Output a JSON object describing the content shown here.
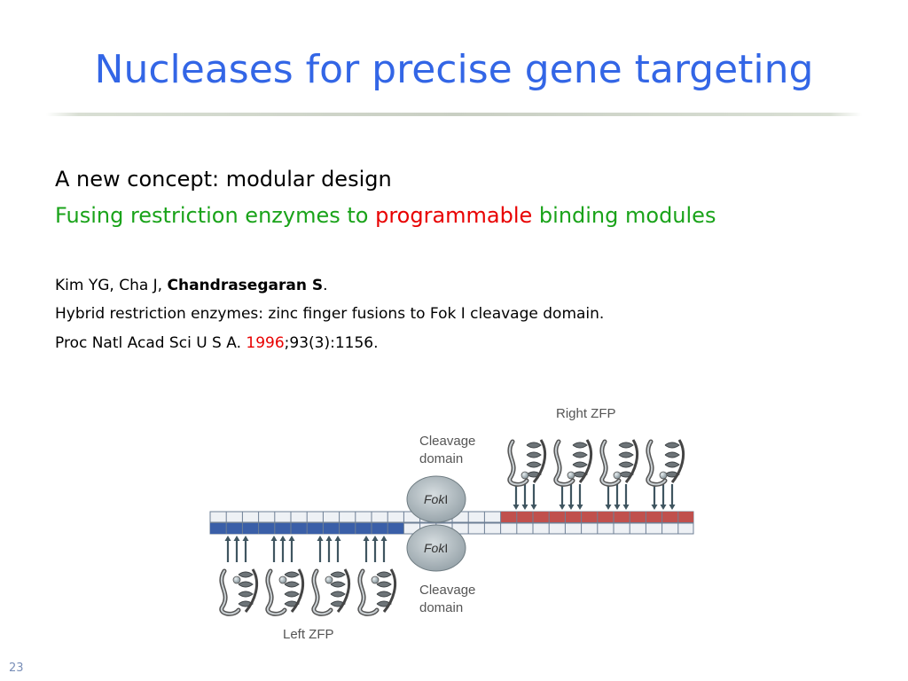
{
  "slide": {
    "title": "Nucleases for precise gene targeting",
    "page_number": "23"
  },
  "content": {
    "concept": "A new concept: modular design",
    "fusing_before": "Fusing restriction enzymes to ",
    "fusing_highlight": "programmable",
    "fusing_after": " binding modules"
  },
  "reference": {
    "authors_plain": "Kim YG, Cha J, ",
    "authors_bold": "Chandrasegaran S",
    "authors_end": ".",
    "title": "Hybrid restriction enzymes: zinc finger fusions to Fok I cleavage domain.",
    "journal": "Proc Natl Acad Sci U S A. ",
    "year": "1996",
    "citation_rest": ";93(3):1156."
  },
  "figure": {
    "right_zfp": "Right ZFP",
    "left_zfp": "Left ZFP",
    "cleavage_top_1": "Cleavage",
    "cleavage_top_2": "domain",
    "cleavage_bottom_1": "Cleavage",
    "cleavage_bottom_2": "domain",
    "fok_italic": "Fok",
    "fok_roman": "I",
    "fok_italic_2": "Fok",
    "fok_roman_2": "I"
  },
  "colors": {
    "title": "#3366e6",
    "green_text": "#1aa31a",
    "red_text": "#e80000",
    "dna_blue": "#3a5fa8",
    "dna_red": "#c0504d"
  }
}
